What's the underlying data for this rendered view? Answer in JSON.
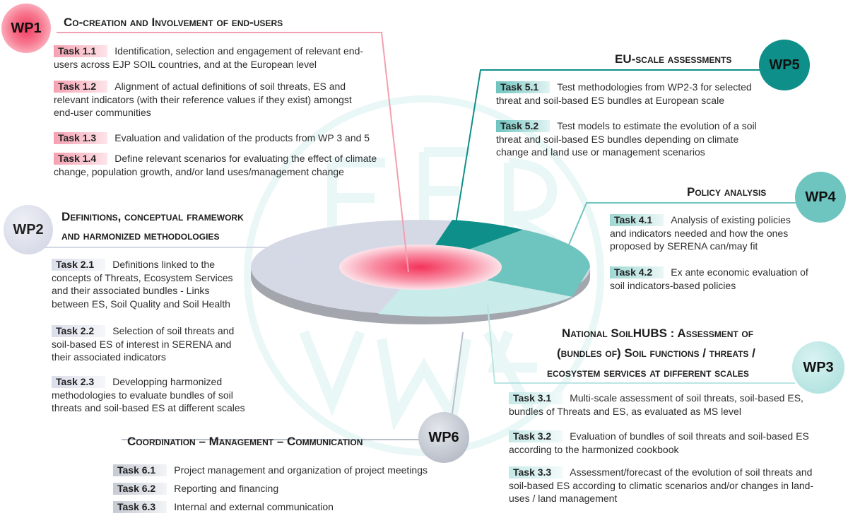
{
  "colors": {
    "wp1": "#f7a9b6",
    "wp2": "#d4d8e6",
    "wp3": "#b9e5e3",
    "wp4": "#6ec4bf",
    "wp5": "#0e8f89",
    "wp6": "#b9bfca"
  },
  "wp1": {
    "badge": "WP1",
    "title": "Co-creation and Involvement of end-users",
    "tasks": [
      {
        "label": "Task 1.1",
        "text": "Identification, selection and engagement of relevant end-users across EJP SOIL countries, and at the European level"
      },
      {
        "label": "Task 1.2",
        "text": "Alignment of actual definitions of soil threats, ES and relevant indicators (with their reference values if they exist) amongst end-user communities"
      },
      {
        "label": "Task 1.3",
        "text": "Evaluation and validation of the products from WP 3 and 5"
      },
      {
        "label": "Task 1.4",
        "text": "Define relevant scenarios for evaluating the effect of climate change, population growth, and/or land uses/management change"
      }
    ]
  },
  "wp2": {
    "badge": "WP2",
    "title_line1": "Definitions, conceptual framework",
    "title_line2": "and harmonized methodologies",
    "tasks": [
      {
        "label": "Task 2.1",
        "text": "Definitions linked to the concepts of Threats, Ecosystem Services and their associated bundles - Links between ES, Soil Quality and Soil Health"
      },
      {
        "label": "Task 2.2",
        "text": "Selection of soil threats and soil-based ES of interest in SERENA and their associated indicators"
      },
      {
        "label": "Task 2.3",
        "text": "Developping harmonized methodologies to evaluate bundles of soil threats and soil-based ES at different scales"
      }
    ]
  },
  "wp5": {
    "badge": "WP5",
    "title": "EU-scale assessments",
    "tasks": [
      {
        "label": "Task 5.1",
        "text": "Test methodologies from WP2-3 for selected threat and soil-based ES bundles at European scale"
      },
      {
        "label": "Task 5.2",
        "text": "Test models to estimate the evolution of a soil threat and soil-based ES bundles depending on climate change and land use or management scenarios"
      }
    ]
  },
  "wp4": {
    "badge": "WP4",
    "title": "Policy analysis",
    "tasks": [
      {
        "label": "Task 4.1",
        "text": "Analysis of existing policies and indicators needed and how the ones proposed by SERENA can/may fit"
      },
      {
        "label": "Task 4.2",
        "text": "Ex ante economic evaluation of soil indicators-based policies"
      }
    ]
  },
  "wp3": {
    "badge": "WP3",
    "title_line1": "National SoilHUBS : Assessment of",
    "title_line2": "(bundles of) Soil functions / threats /",
    "title_line3": "ecosystem services at different scales",
    "tasks": [
      {
        "label": "Task 3.1",
        "text": "Multi-scale assessment of soil threats, soil-based ES, bundles of Threats and ES, as evaluated as MS level"
      },
      {
        "label": "Task 3.2",
        "text": "Evaluation of bundles of soil threats and soil-based ES according to the harmonized cookbook"
      },
      {
        "label": "Task 3.3",
        "text": "Assessment/forecast of the evolution of soil threats and soil-based ES according to climatic scenarios and/or changes in land-uses / land management"
      }
    ]
  },
  "wp6": {
    "badge": "WP6",
    "title": "Coordination – Management – Communication",
    "tasks": [
      {
        "label": "Task 6.1",
        "text": "Project management and organization of project meetings"
      },
      {
        "label": "Task 6.2",
        "text": "Reporting and financing"
      },
      {
        "label": "Task 6.3",
        "text": "Internal and external communication"
      }
    ]
  }
}
